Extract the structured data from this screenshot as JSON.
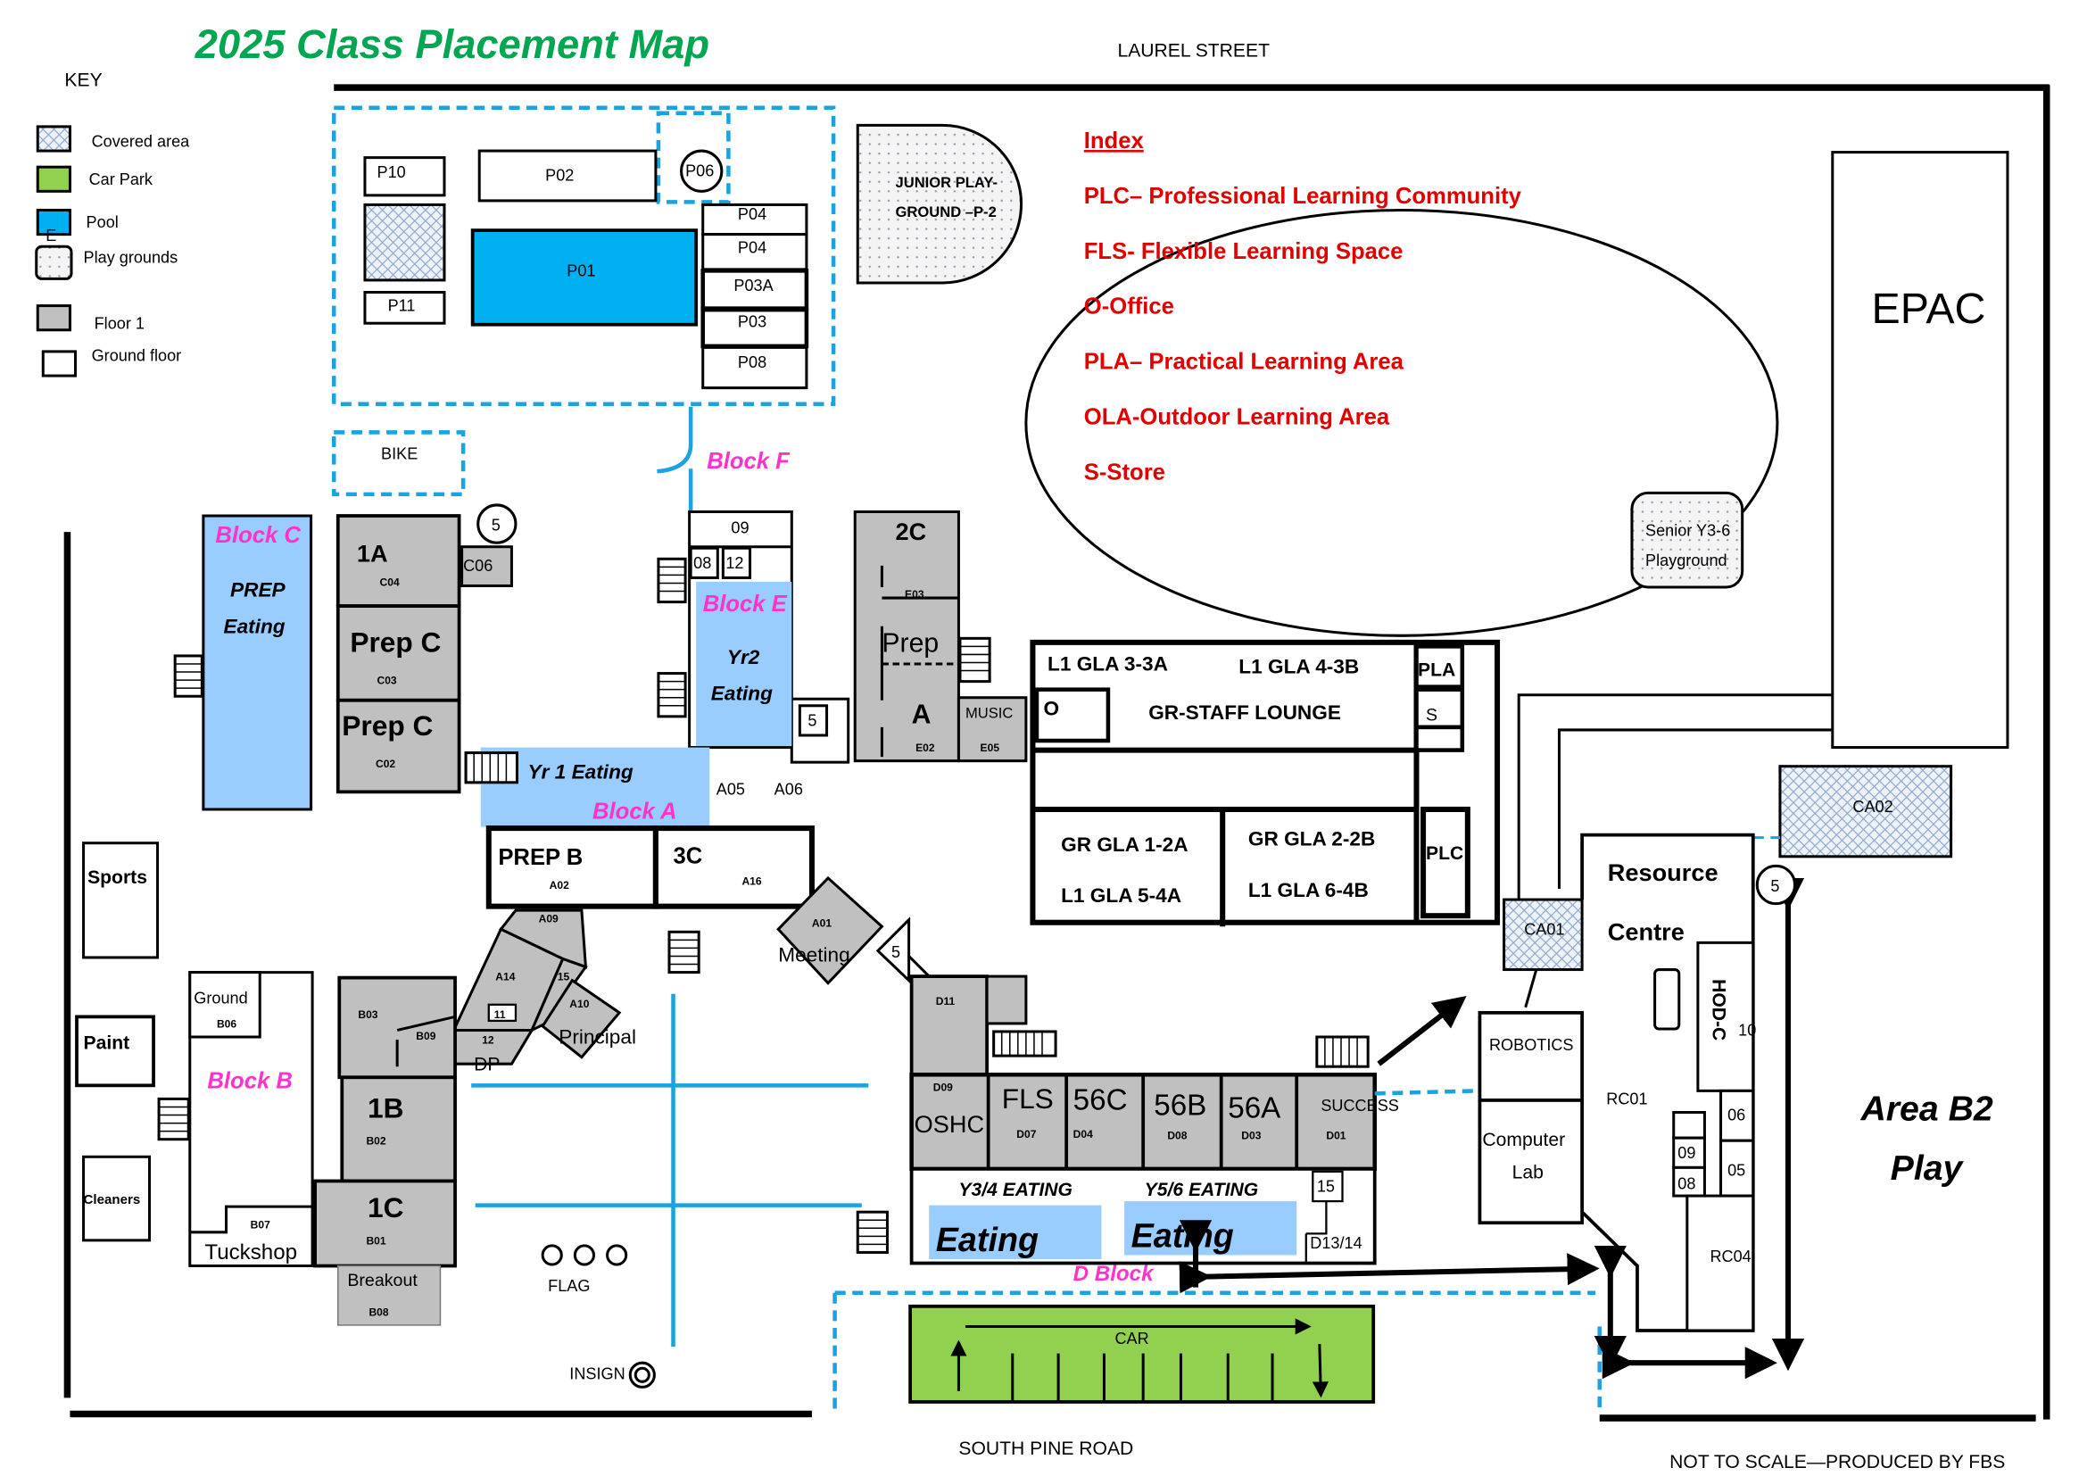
{
  "title": "2025 Class Placement  Map",
  "streets": {
    "north": "LAUREL STREET",
    "south": "SOUTH PINE ROAD"
  },
  "footer": "NOT TO SCALE—PRODUCED BY FBS",
  "colors": {
    "title": "#00a650",
    "index": "#e00000",
    "block_label": "#ff33cc",
    "pool": "#00b0f0",
    "car_park": "#92d050",
    "eating": "#99ccff",
    "floor1": "#c0c0c0",
    "paths": "#1aa3e0"
  },
  "key": {
    "heading": "KEY",
    "items": [
      "Covered area",
      "Car Park",
      "Pool",
      "Play grounds",
      "Floor 1",
      "Ground floor"
    ],
    "pool_mark": "E"
  },
  "index": {
    "heading": "Index",
    "items": [
      "PLC– Professional Learning Community",
      "FLS- Flexible Learning Space",
      "O-Office",
      "PLA– Practical Learning Area",
      "OLA-Outdoor Learning Area",
      "S-Store"
    ]
  },
  "pool_area": {
    "p10": "P10",
    "p02": "P02",
    "p06": "P06",
    "p01": "P01",
    "p04a": "P04",
    "p04b": "P04",
    "p03a": "P03A",
    "p03": "P03",
    "p08": "P08",
    "p11": "P11",
    "bike": "BIKE"
  },
  "junior_playground": [
    "JUNIOR PLAY-",
    "GROUND –P-2"
  ],
  "senior_playground": [
    "Senior Y3-6",
    "Playground"
  ],
  "epac": "EPAC",
  "block_f": "Block F",
  "block_e": {
    "label": "Block E",
    "r09": "09",
    "r08": "08",
    "r12": "12",
    "yr2": "Yr2",
    "eating": "Eating",
    "five": "5"
  },
  "block_c": {
    "label": "Block C",
    "prep": "PREP",
    "eating": "Eating",
    "r1a": "1A",
    "c04": "C04",
    "prepc1": "Prep C",
    "c03": "C03",
    "prepc2": "Prep C",
    "c02": "C02",
    "c06": "C06",
    "five": "5"
  },
  "block_a": {
    "yr1": "Yr 1 Eating",
    "label": "Block A",
    "a05": "A05",
    "a06": "A06",
    "prepb": "PREP B",
    "a02": "A02",
    "r3c": "3C",
    "a16": "A16",
    "a09": "A09",
    "a14": "A14",
    "r15": "15",
    "a10": "A10",
    "r11": "11",
    "r12": "12",
    "dp": "DP",
    "principal": "Principal",
    "a01": "A01",
    "meeting": "Meeting",
    "five": "5"
  },
  "block_2c": {
    "r2c": "2C",
    "e03": "E03",
    "prep": "Prep",
    "a": "A",
    "e02": "E02",
    "music": "MUSIC",
    "e05": "E05"
  },
  "staff": {
    "gla33a": "L1 GLA 3-3A",
    "gla43b": "L1 GLA 4-3B",
    "pla": "PLA",
    "o": "O",
    "lounge": "GR-STAFF LOUNGE",
    "s": "S",
    "gla12a": "GR GLA 1-2A",
    "gla22b": "GR GLA 2-2B",
    "plc": "PLC",
    "gla54a": "L1 GLA 5-4A",
    "gla64b": "L1 GLA 6-4B"
  },
  "block_b": {
    "ground": "Ground",
    "b06": "B06",
    "label": "Block B",
    "b07": "B07",
    "tuckshop": "Tuckshop",
    "b03": "B03",
    "b09": "B09",
    "r1b": "1B",
    "b02": "B02",
    "r1c": "1C",
    "b01": "B01",
    "breakout": "Breakout",
    "b08": "B08"
  },
  "outbuildings": {
    "sports": "Sports",
    "paint": "Paint",
    "cleaners": "Cleaners"
  },
  "flag": "FLAG",
  "insign": "INSIGN",
  "block_d": {
    "d11": "D11",
    "d09": "D09",
    "oshc": "OSHC",
    "fls": "FLS",
    "d07": "D07",
    "r56c": "56C",
    "d04": "D04",
    "r56b": "56B",
    "d08": "D08",
    "r56a": "56A",
    "d03": "D03",
    "success": "SUCCESS",
    "d01": "D01",
    "y34": "Y3/4 EATING",
    "y56": "Y5/6 EATING",
    "eating1": "Eating",
    "eating2": "Eating",
    "r15": "15",
    "d1314": "D13/14",
    "label": "D Block"
  },
  "car": "CAR",
  "resource": {
    "ca02": "CA02",
    "ca01": "CA01",
    "line1": "Resource",
    "line2": "Centre",
    "hodc": "HOD-C",
    "r10": "10",
    "rc01": "RC01",
    "r06": "06",
    "r05": "05",
    "r09": "09",
    "r08": "08",
    "rc04": "RC04",
    "five": "5",
    "robotics": "ROBOTICS",
    "computer": "Computer",
    "lab": "Lab"
  },
  "area_b2": [
    "Area B2",
    "Play"
  ]
}
